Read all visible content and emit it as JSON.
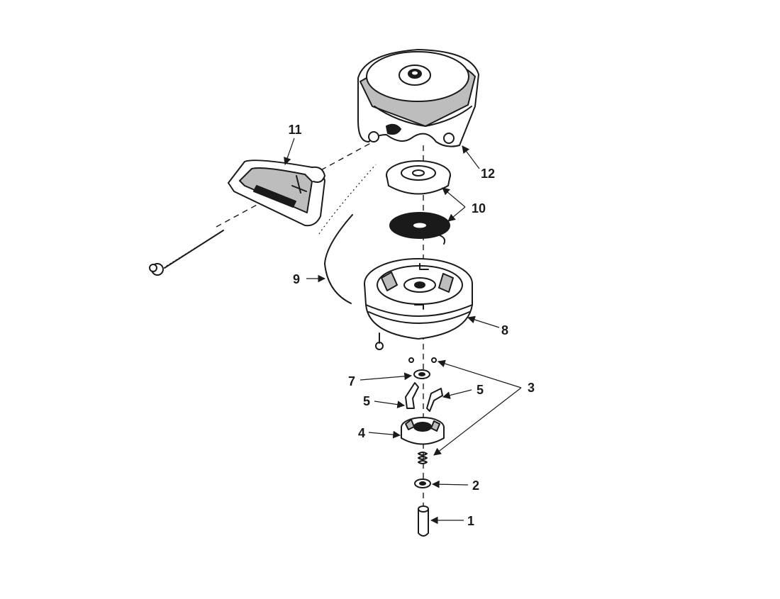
{
  "callouts": [
    {
      "id": "1",
      "label": "1"
    },
    {
      "id": "2",
      "label": "2"
    },
    {
      "id": "3",
      "label": "3"
    },
    {
      "id": "4",
      "label": "4"
    },
    {
      "id": "5a",
      "label": "5"
    },
    {
      "id": "5b",
      "label": "5"
    },
    {
      "id": "7",
      "label": "7"
    },
    {
      "id": "8",
      "label": "8"
    },
    {
      "id": "9",
      "label": "9"
    },
    {
      "id": "10",
      "label": "10"
    },
    {
      "id": "11",
      "label": "11"
    },
    {
      "id": "12",
      "label": "12"
    }
  ],
  "colors": {
    "ink": "#1a1a1a",
    "background": "#ffffff"
  }
}
